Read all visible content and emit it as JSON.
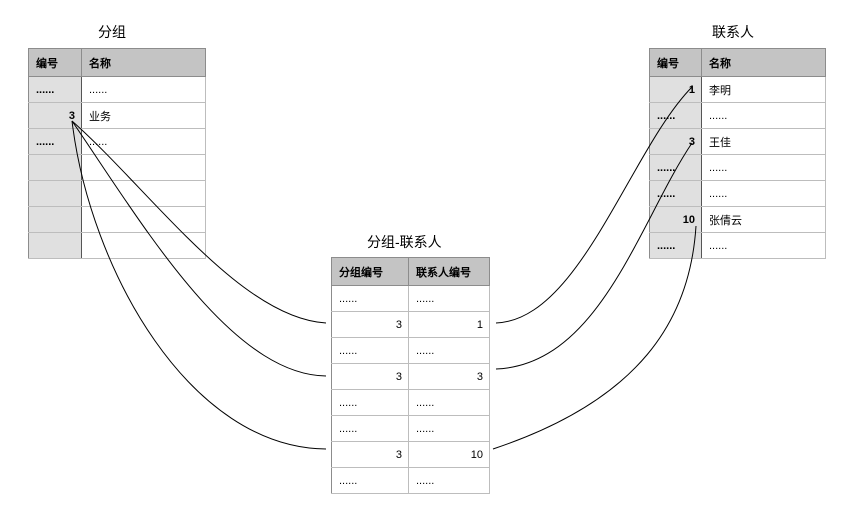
{
  "group_table": {
    "title": "分组",
    "headers": [
      "编号",
      "名称"
    ],
    "rows": [
      [
        "......",
        "......"
      ],
      [
        "3",
        "业务"
      ],
      [
        "......",
        "......"
      ],
      [
        "",
        ""
      ],
      [
        "",
        ""
      ],
      [
        "",
        ""
      ],
      [
        "",
        ""
      ]
    ]
  },
  "contact_table": {
    "title": "联系人",
    "headers": [
      "编号",
      "名称"
    ],
    "rows": [
      [
        "1",
        "李明"
      ],
      [
        "......",
        "......"
      ],
      [
        "3",
        "王佳"
      ],
      [
        "......",
        "......"
      ],
      [
        "......",
        "......"
      ],
      [
        "10",
        "张倩云"
      ],
      [
        "......",
        "......"
      ]
    ]
  },
  "link_table": {
    "title": "分组-联系人",
    "headers": [
      "分组编号",
      "联系人编号"
    ],
    "rows": [
      [
        "......",
        "......"
      ],
      [
        "3",
        "1"
      ],
      [
        "......",
        "......"
      ],
      [
        "3",
        "3"
      ],
      [
        "......",
        "......"
      ],
      [
        "......",
        "......"
      ],
      [
        "3",
        "10"
      ],
      [
        "......",
        "......"
      ]
    ]
  },
  "colors": {
    "header_bg": "#c4c4c4",
    "key_bg": "#e0e0e0",
    "border": "#8c8c8c",
    "connector": "#000000"
  }
}
